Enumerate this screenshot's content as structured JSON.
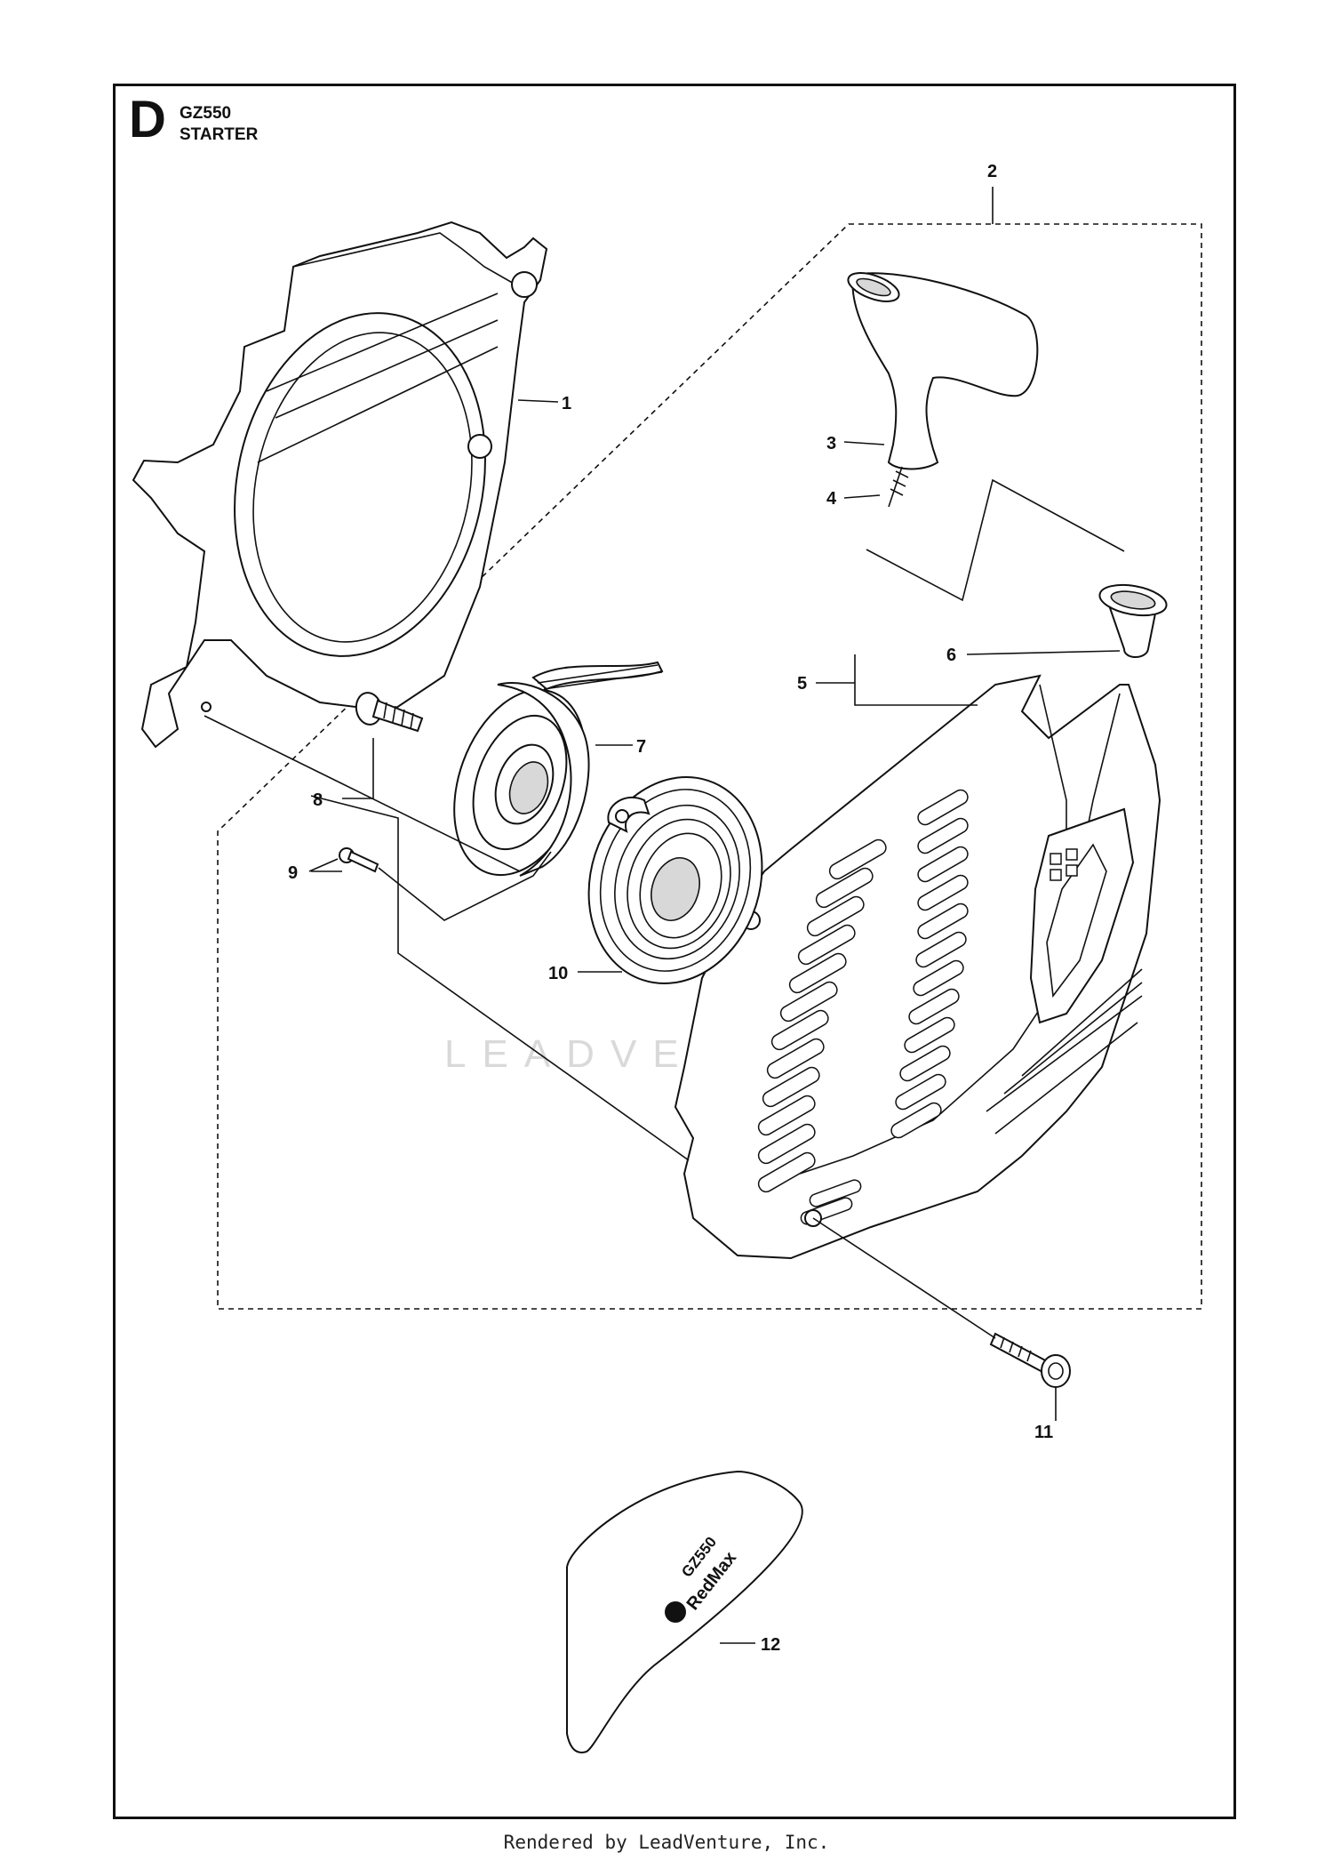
{
  "header": {
    "section_letter": "D",
    "model": "GZ550",
    "title": "STARTER"
  },
  "callouts": {
    "c1": "1",
    "c2": "2",
    "c3": "3",
    "c4": "4",
    "c5": "5",
    "c6": "6",
    "c7": "7",
    "c8": "8",
    "c9": "9",
    "c10": "10",
    "c11": "11",
    "c12": "12"
  },
  "decal": {
    "model": "GZ550",
    "brand": "RedMax"
  },
  "watermark": "LEADVENTURE",
  "footer": "Rendered by LeadVenture, Inc."
}
